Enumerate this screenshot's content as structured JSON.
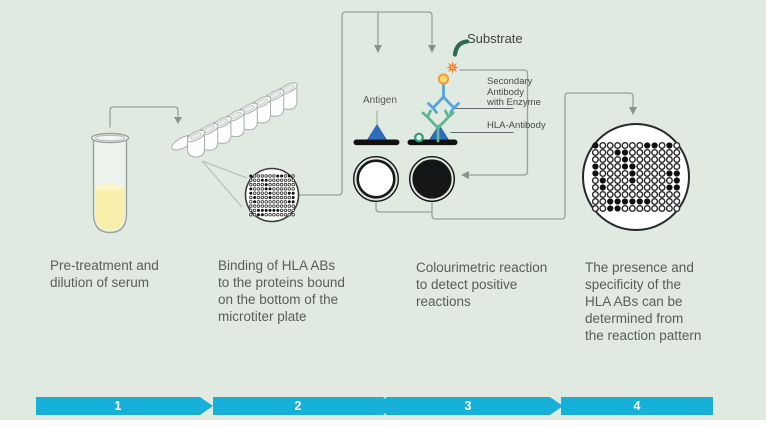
{
  "annotations": {
    "substrate": "Substrate",
    "antigen": "Antigen",
    "secondary_antibody": "Secondary\nAntibody\nwith Enzyme",
    "hla_antibody": "HLA-Antibody"
  },
  "steps": [
    {
      "number": "1",
      "caption": "Pre-treatment and\ndilution of serum"
    },
    {
      "number": "2",
      "caption": "Binding of HLA ABs\nto the proteins bound\non the bottom of the\nmicrotiter plate"
    },
    {
      "number": "3",
      "caption": "Colourimetric reaction\nto detect positive\nreactions"
    },
    {
      "number": "4",
      "caption": "The presence and\nspecificity of the\nHLA ABs can be\ndetermined from\nthe reaction pattern"
    }
  ],
  "reaction_pattern": {
    "legend": "1 = positive (dark) well, 0 = negative (open) well",
    "rows": [
      "100000011010",
      "000110000000",
      "000010000000",
      "100011000000",
      "100001000011",
      "010001000001",
      "010000000011",
      "000000000000",
      "001111110000",
      "001100000000"
    ]
  },
  "colors": {
    "background": "#e0eae0",
    "step_banner": "#17b0d9",
    "serum_yellow": "#f8efad",
    "antigen_triangle_blue": "#2e6ec0",
    "hla_antibody_green": "#5fb792",
    "secondary_antibody_blue": "#58a6d8",
    "enzyme_yellow": "#fbd978",
    "substrate_star_orange": "#f3732b",
    "substrate_dark_green": "#2e6b50"
  }
}
